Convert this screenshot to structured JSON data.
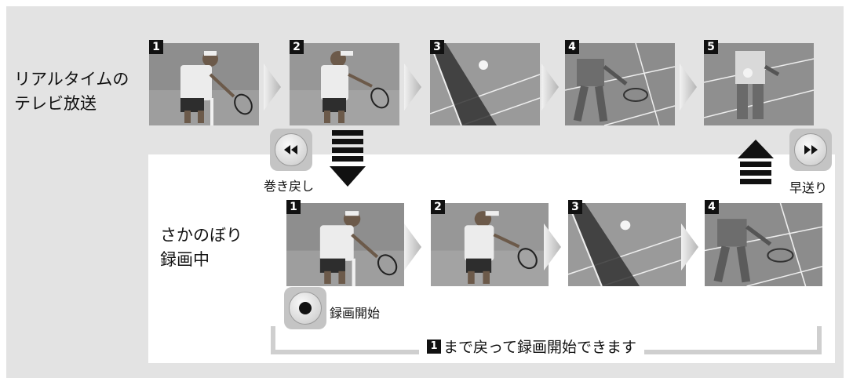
{
  "labels": {
    "realtime": "リアルタイムの\nテレビ放送",
    "recording": "さかのぼり\n録画中"
  },
  "realtime_frames": [
    {
      "num": "1",
      "scene": "tennis-player-serve-stance"
    },
    {
      "num": "2",
      "scene": "tennis-player-swing"
    },
    {
      "num": "3",
      "scene": "tennis-ball-over-net"
    },
    {
      "num": "4",
      "scene": "tennis-player-running"
    },
    {
      "num": "5",
      "scene": "tennis-player-return"
    }
  ],
  "recording_frames": [
    {
      "num": "1",
      "scene": "tennis-player-serve-stance"
    },
    {
      "num": "2",
      "scene": "tennis-player-swing"
    },
    {
      "num": "3",
      "scene": "tennis-ball-over-net"
    },
    {
      "num": "4",
      "scene": "tennis-player-running"
    }
  ],
  "buttons": {
    "rewind": {
      "caption": "巻き戻し",
      "icon": "rewind-icon"
    },
    "fast_forward": {
      "caption": "早送り",
      "icon": "fast-forward-icon"
    },
    "record": {
      "caption": "録画開始",
      "icon": "record-icon"
    }
  },
  "bottom_note": {
    "badge": "1",
    "text": "まで戻って録画開始できます"
  },
  "colors": {
    "outer_background": "#e3e3e3",
    "inner_background": "#ffffff",
    "badge": "#111111",
    "bracket": "#cfcfcf"
  }
}
